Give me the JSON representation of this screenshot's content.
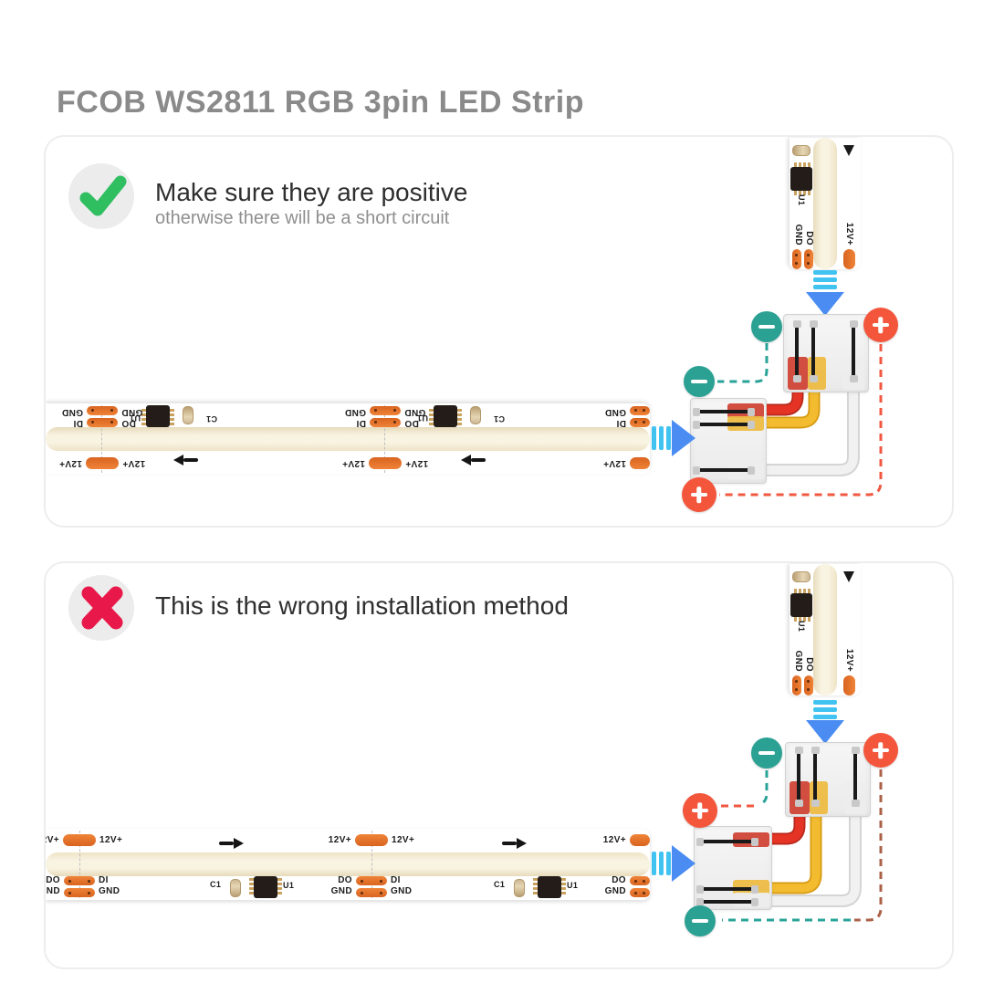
{
  "title": "FCOB WS2811 RGB 3pin LED Strip",
  "panel_correct": {
    "heading": "Make sure they are positive",
    "subheading": "otherwise there will be a short circuit"
  },
  "panel_wrong": {
    "heading": "This is the wrong installation method"
  },
  "strip_labels": {
    "power": "12V+",
    "data_out": "DO",
    "data_in": "DI",
    "ground": "GND",
    "capacitor": "C1",
    "chip": "U1"
  },
  "icons": {
    "correct_badge": "check-icon",
    "wrong_badge": "cross-icon",
    "polarity_positive": "plus-icon",
    "polarity_negative": "minus-icon",
    "insert_direction": "blue-arrow-icon"
  },
  "colors": {
    "accent_green": "#2fbe60",
    "accent_red": "#e8194a",
    "pad_orange": "#e2702a",
    "wire_red": "#e53425",
    "wire_yellow": "#f2bb30",
    "wire_white": "#f1f1f1",
    "polarity_minus_teal": "#2ba194",
    "polarity_plus_red": "#f4563c",
    "dash_teal": "#29a398",
    "dash_red": "#f05842",
    "dash_brown": "#ab6148",
    "arrow_blue": "#4a8cf2",
    "arrow_cyan": "#41c3f1"
  }
}
